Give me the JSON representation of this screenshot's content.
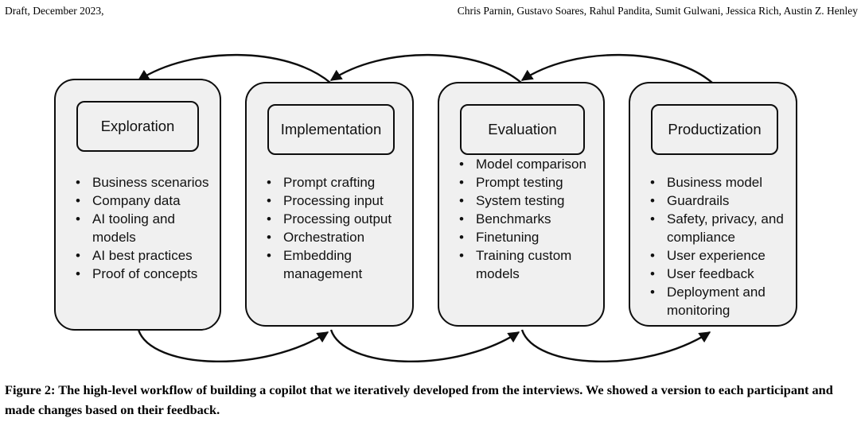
{
  "header": {
    "left": "Draft, December 2023,",
    "right": "Chris Parnin, Gustavo Soares, Rahul Pandita, Sumit Gulwani, Jessica Rich, Austin Z. Henley"
  },
  "colors": {
    "box_fill": "#f0f0f0",
    "box_stroke": "#0d0d0d",
    "text": "#111111",
    "page_background": "#ffffff"
  },
  "figure": {
    "bullet_glyph": "•",
    "stages": [
      {
        "id": "exploration",
        "title": "Exploration",
        "items": [
          "Business scenarios",
          "Company data",
          "AI tooling and models",
          "AI best practices",
          "Proof of concepts"
        ]
      },
      {
        "id": "implementation",
        "title": "Implementation",
        "items": [
          "Prompt crafting",
          "Processing input",
          "Processing output",
          "Orchestration",
          "Embedding management"
        ]
      },
      {
        "id": "evaluation",
        "title": "Evaluation",
        "items": [
          "Model comparison",
          "Prompt testing",
          "System testing",
          "Benchmarks",
          "Finetuning",
          "Training custom models"
        ]
      },
      {
        "id": "productization",
        "title": "Productization",
        "items": [
          "Business model",
          "Guardrails",
          "Safety, privacy, and compliance",
          "User experience",
          "User feedback",
          "Deployment and monitoring"
        ]
      }
    ],
    "arrows": {
      "top_description": "backward arcs above boxes pointing right-to-left",
      "bottom_description": "forward arcs below boxes pointing left-to-right",
      "count_top": 3,
      "count_bottom": 3
    }
  },
  "caption": {
    "label": "Figure 2:",
    "text": " The high-level workflow of building a copilot that we iteratively developed from the interviews. We showed a version to each participant and made changes based on their feedback."
  }
}
